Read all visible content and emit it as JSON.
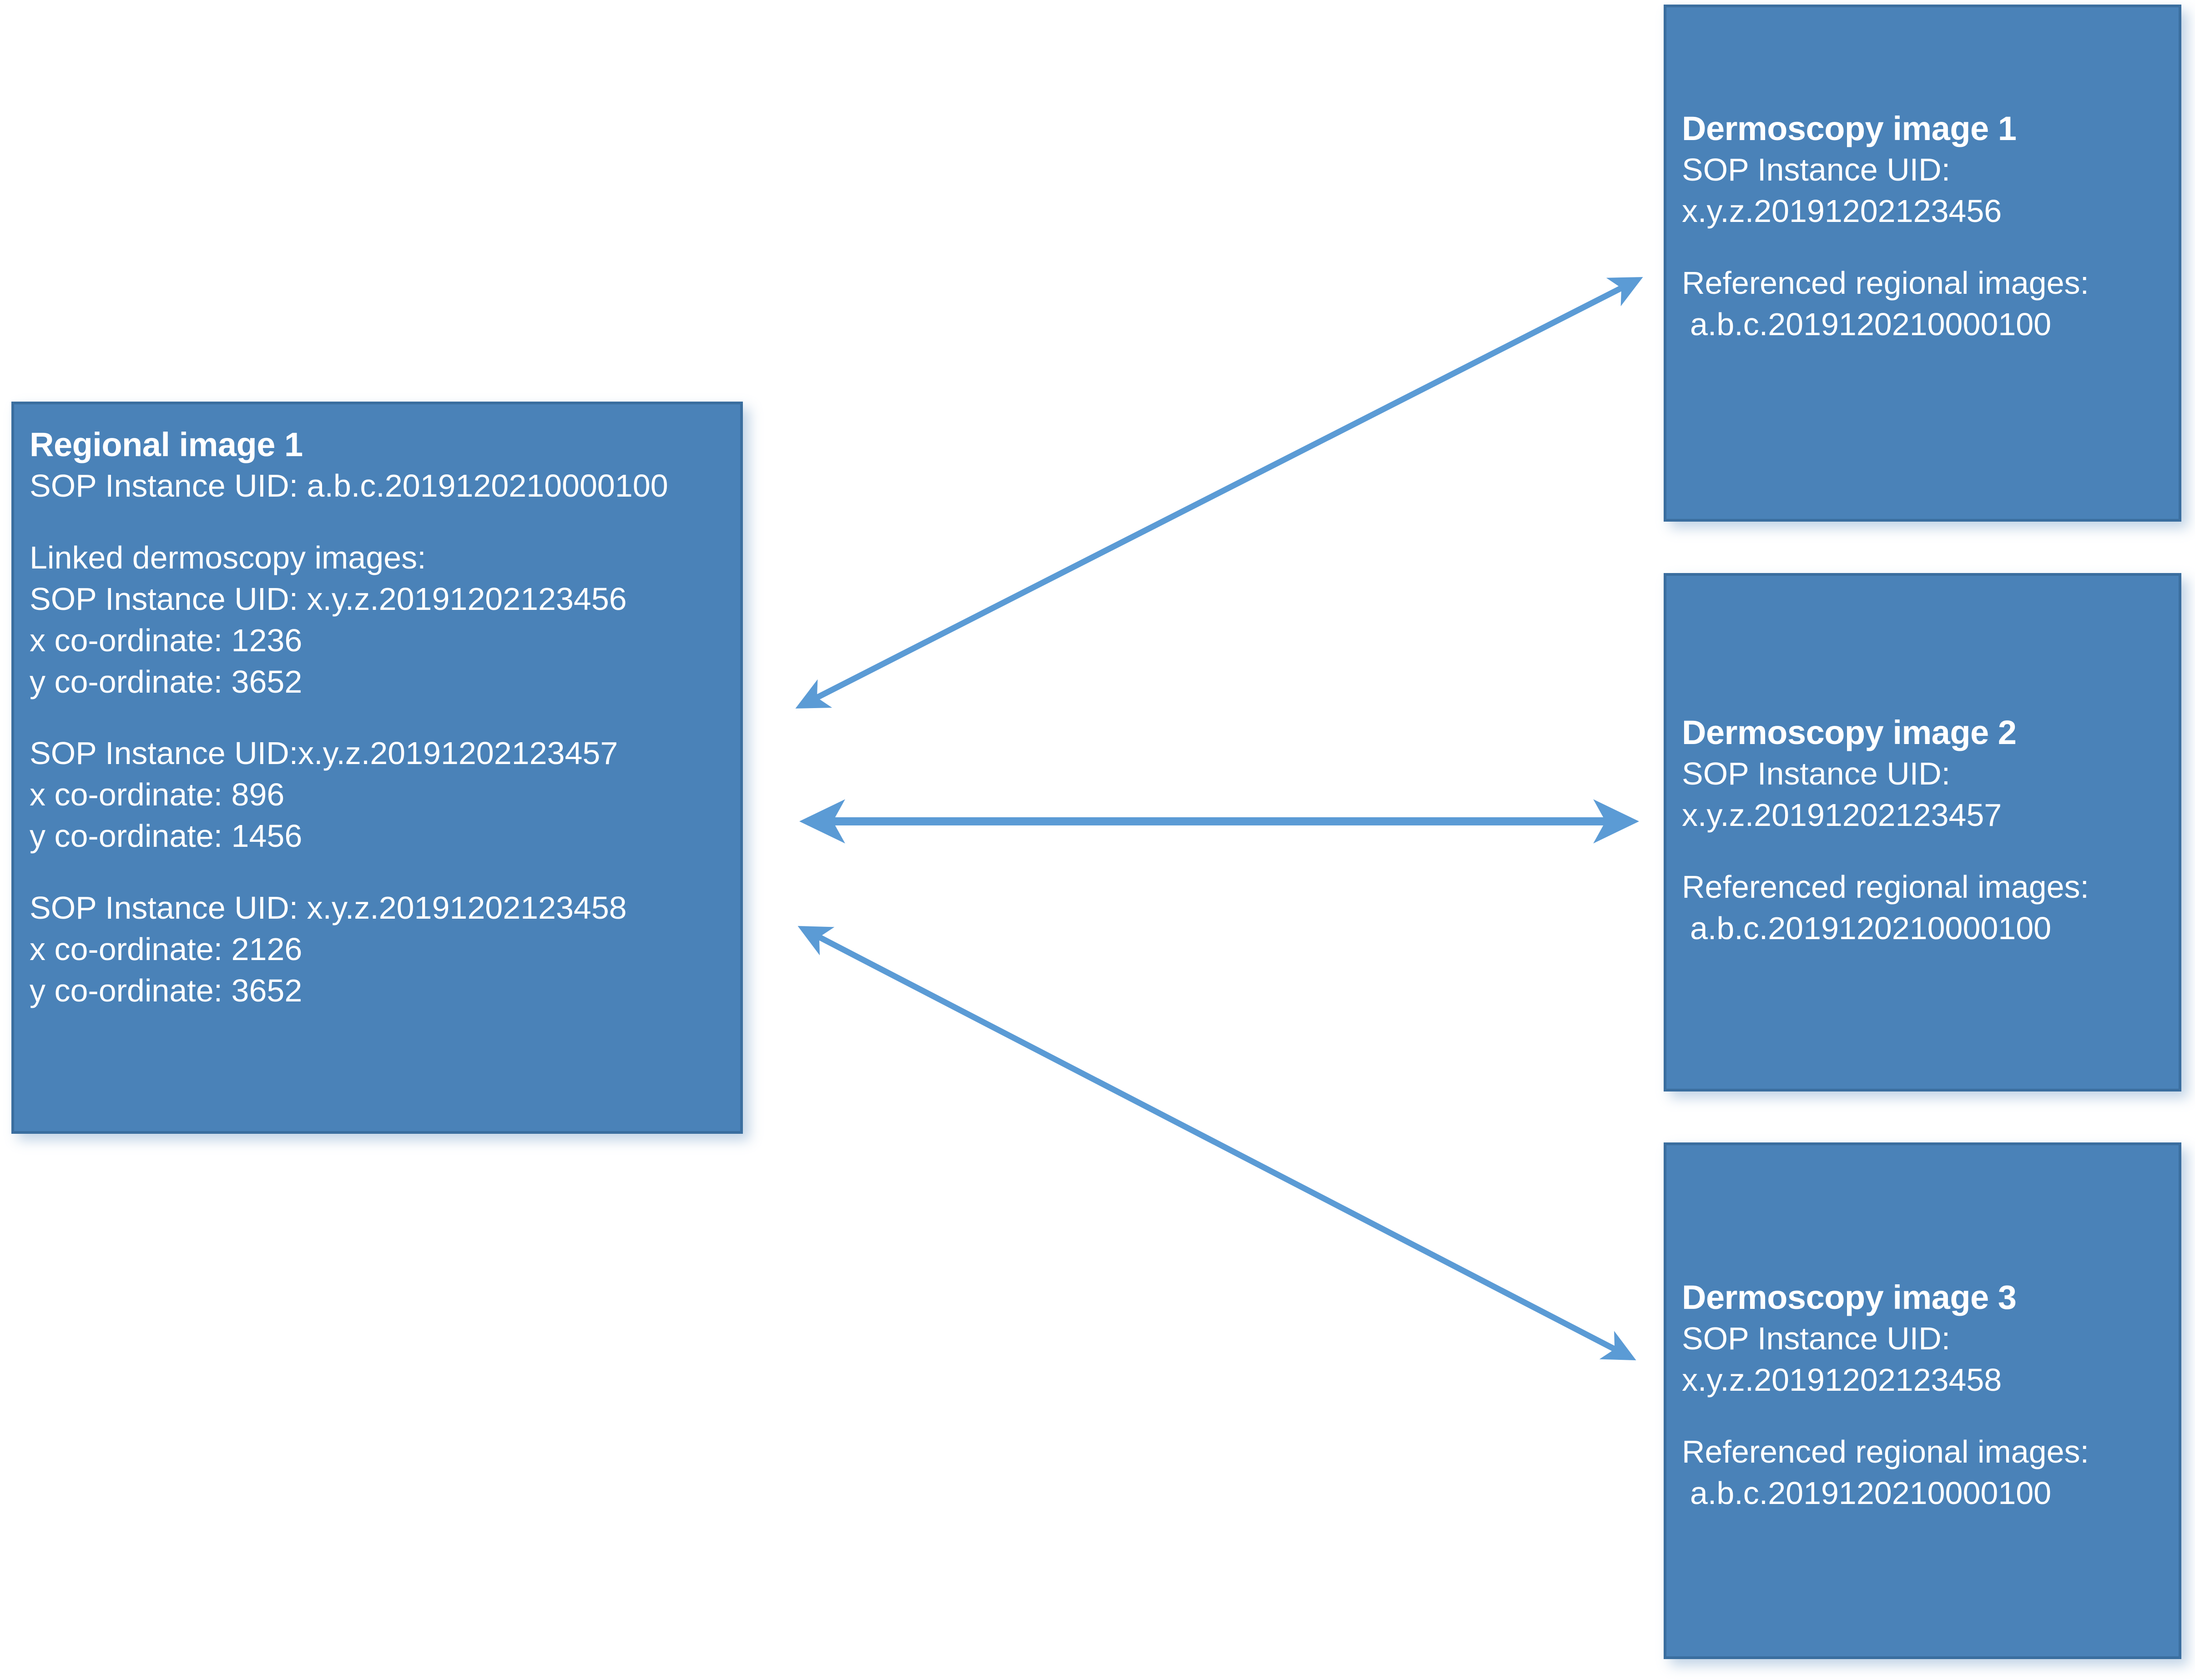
{
  "colors": {
    "box_fill": "#4A82B8",
    "box_border": "#3A6E9F",
    "arrow": "#5B9BD5",
    "text": "#FFFFFF",
    "background": "#FFFFFF"
  },
  "regional_box": {
    "title": "Regional image 1",
    "sop_instance_uid_line": "SOP Instance UID: a.b.c.2019120210000100",
    "linked_header": "Linked dermoscopy images:",
    "links": [
      {
        "uid_line": "SOP Instance UID: x.y.z.20191202123456",
        "x_line": "x co-ordinate: 1236",
        "y_line": "y co-ordinate: 3652"
      },
      {
        "uid_line": "SOP Instance UID:x.y.z.20191202123457",
        "x_line": "x co-ordinate: 896",
        "y_line": "y co-ordinate: 1456"
      },
      {
        "uid_line": "SOP Instance UID: x.y.z.20191202123458",
        "x_line": "x co-ordinate: 2126",
        "y_line": "y co-ordinate: 3652"
      }
    ]
  },
  "dermoscopy_boxes": [
    {
      "title": "Dermoscopy image 1",
      "sop_label": "SOP Instance UID:",
      "sop_value": "x.y.z.20191202123456",
      "ref_label": "Referenced regional images:",
      "ref_value": "a.b.c.2019120210000100"
    },
    {
      "title": "Dermoscopy image 2",
      "sop_label": "SOP Instance UID:",
      "sop_value": "x.y.z.20191202123457",
      "ref_label": "Referenced regional images:",
      "ref_value": "a.b.c.2019120210000100"
    },
    {
      "title": "Dermoscopy image 3",
      "sop_label": "SOP Instance UID:",
      "sop_value": "x.y.z.20191202123458",
      "ref_label": "Referenced regional images:",
      "ref_value": "a.b.c.2019120210000100"
    }
  ],
  "connectors": [
    {
      "name": "regional-to-dermoscopy-1",
      "style": "double-headed-diagonal-up"
    },
    {
      "name": "regional-to-dermoscopy-2",
      "style": "double-headed-horizontal"
    },
    {
      "name": "regional-to-dermoscopy-3",
      "style": "double-headed-diagonal-down"
    }
  ]
}
